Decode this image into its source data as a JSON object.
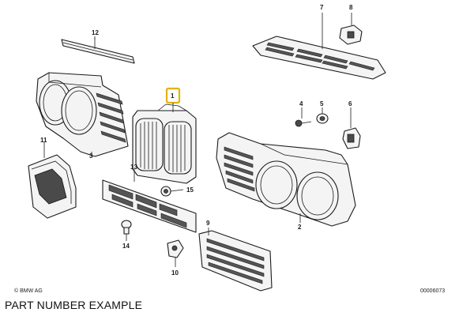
{
  "diagram": {
    "callouts": {
      "p1": "1",
      "p2": "2",
      "p3": "3",
      "p4": "4",
      "p5": "5",
      "p6": "6",
      "p7": "7",
      "p8": "8",
      "p9": "9",
      "p10": "10",
      "p11": "11",
      "p12": "12",
      "p13": "13",
      "p14": "14",
      "p15": "15"
    },
    "highlighted_callout": "1",
    "highlight_color": "#e2b400",
    "copyright": "© BMW AG",
    "document_number": "00006073"
  },
  "caption": "PART NUMBER EXAMPLE"
}
